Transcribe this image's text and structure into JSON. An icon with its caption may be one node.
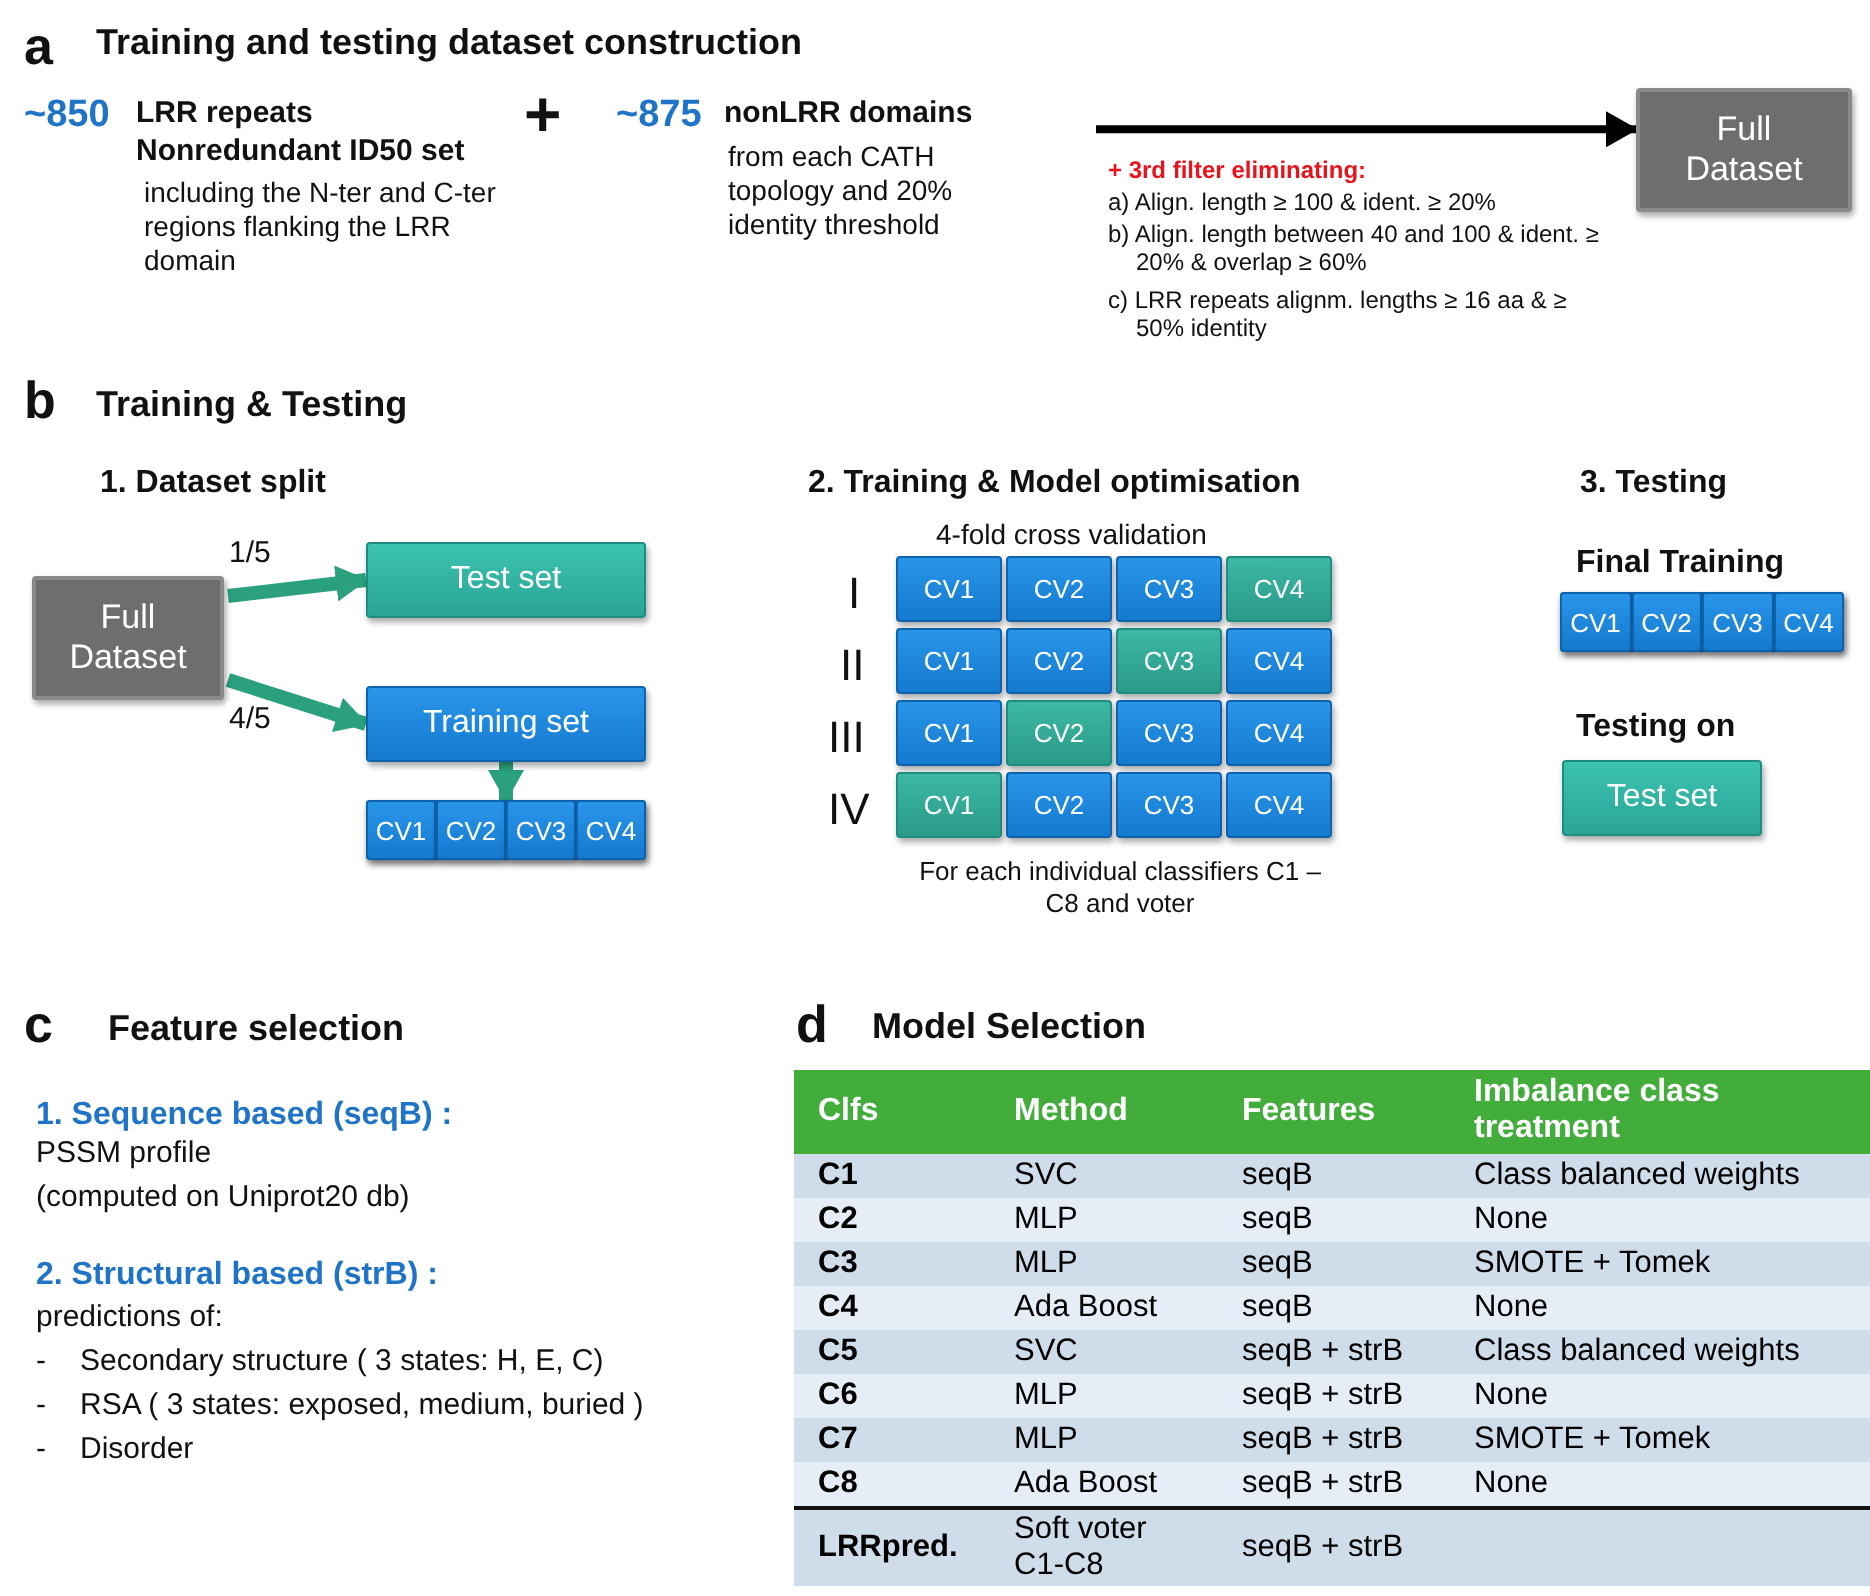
{
  "diagram": {
    "nodes": [
      {
        "text": [
          "Full Dataset"
        ]
      },
      {
        "text": [
          "Full Dataset"
        ]
      },
      {
        "text": [
          "Test set"
        ]
      },
      {
        "text": [
          "Training set"
        ]
      },
      {
        "text": [],
        "shape": "bar"
      },
      {
        "text": [
          "CV1"
        ],
        "in": 4
      },
      {
        "text": [
          "CV2"
        ],
        "in": 4
      },
      {
        "text": [
          "CV3"
        ],
        "in": 4
      },
      {
        "text": [
          "CV4"
        ],
        "in": 4
      },
      {
        "text": [
          "CV1"
        ]
      },
      {
        "text": [
          "CV2"
        ]
      },
      {
        "text": [
          "CV3"
        ]
      },
      {
        "text": [
          "CV4"
        ]
      },
      {
        "text": [
          "CV1"
        ]
      },
      {
        "text": [
          "CV2"
        ]
      },
      {
        "text": [
          "CV3"
        ]
      },
      {
        "text": [
          "CV4"
        ]
      },
      {
        "text": [
          "CV1"
        ]
      },
      {
        "text": [
          "CV2"
        ]
      },
      {
        "text": [
          "CV3"
        ]
      },
      {
        "text": [
          "CV4"
        ]
      },
      {
        "text": [
          "CV1"
        ]
      },
      {
        "text": [
          "CV2"
        ]
      },
      {
        "text": [
          "CV3"
        ]
      },
      {
        "text": [
          "CV4"
        ]
      },
      {
        "text": [],
        "shape": "bar"
      },
      {
        "text": [
          "CV1"
        ],
        "in": 25
      },
      {
        "text": [
          "CV2"
        ],
        "in": 25
      },
      {
        "text": [
          "CV3"
        ],
        "in": 25
      },
      {
        "text": [
          "CV4"
        ],
        "in": 25
      },
      {
        "text": [
          "Test set"
        ]
      }
    ],
    "edges": [
      {
        "from": null,
        "to": 0,
        "arrow": "to",
        "color": "#000000"
      },
      {
        "from": 1,
        "to": 2,
        "arrow": "to",
        "label": "1/5"
      },
      {
        "from": 1,
        "to": 3,
        "arrow": "to",
        "label": "4/5"
      },
      {
        "from": 3,
        "to": 4,
        "arrow": "to"
      }
    ],
    "labels": [
      "a",
      "Training and testing dataset construction",
      "~850",
      "LRR repeats",
      "Nonredundant ID50 set",
      "including the N-ter and C-ter regions flanking the LRR domain",
      "+",
      "~875",
      "nonLRR domains",
      "from each CATH topology and 20% identity threshold",
      "+ 3rd filter eliminating:",
      "a)  Align. length ≥ 100 & ident. ≥ 20%",
      "b)  Align. length between 40 and 100 & ident. ≥ 20% & overlap ≥ 60%",
      "c)  LRR repeats alignm. lengths ≥ 16 aa & ≥ 50% identity",
      "b",
      "Training & Testing",
      "1. Dataset split",
      "2. Training & Model optimisation",
      "3. Testing",
      "4-fold cross validation",
      "I",
      "II",
      "III",
      "IV",
      "For each individual classifiers C1 – C8 and voter",
      "Final Training",
      "Testing on",
      "c",
      "Feature selection",
      "1.   Sequence based (seqB) :",
      "PSSM profile",
      "(computed on Uniprot20 db)",
      "2.   Structural based (strB) :",
      "predictions of:",
      "-",
      "Secondary structure ( 3 states: H, E, C)",
      "-",
      "RSA ( 3 states: exposed, medium, buried )",
      "-",
      "Disorder",
      "d",
      "Model Selection",
      "Clfs",
      "Method",
      "Features",
      "Imbalance class treatment",
      "C1",
      "SVC",
      "seqB",
      "Class balanced weights",
      "C2",
      "MLP",
      "seqB",
      "None",
      "C3",
      "MLP",
      "seqB",
      "SMOTE + Tomek",
      "C4",
      "Ada Boost",
      "seqB",
      "None",
      "C5",
      "SVC",
      "seqB + strB",
      "Class balanced weights",
      "C6",
      "MLP",
      "seqB + strB",
      "None",
      "C7",
      "MLP",
      "seqB + strB",
      "SMOTE + Tomek",
      "C8",
      "Ada Boost",
      "seqB + strB",
      "None",
      "LRRpred.",
      "Soft voter C1-C8",
      "seqB + strB"
    ]
  }
}
